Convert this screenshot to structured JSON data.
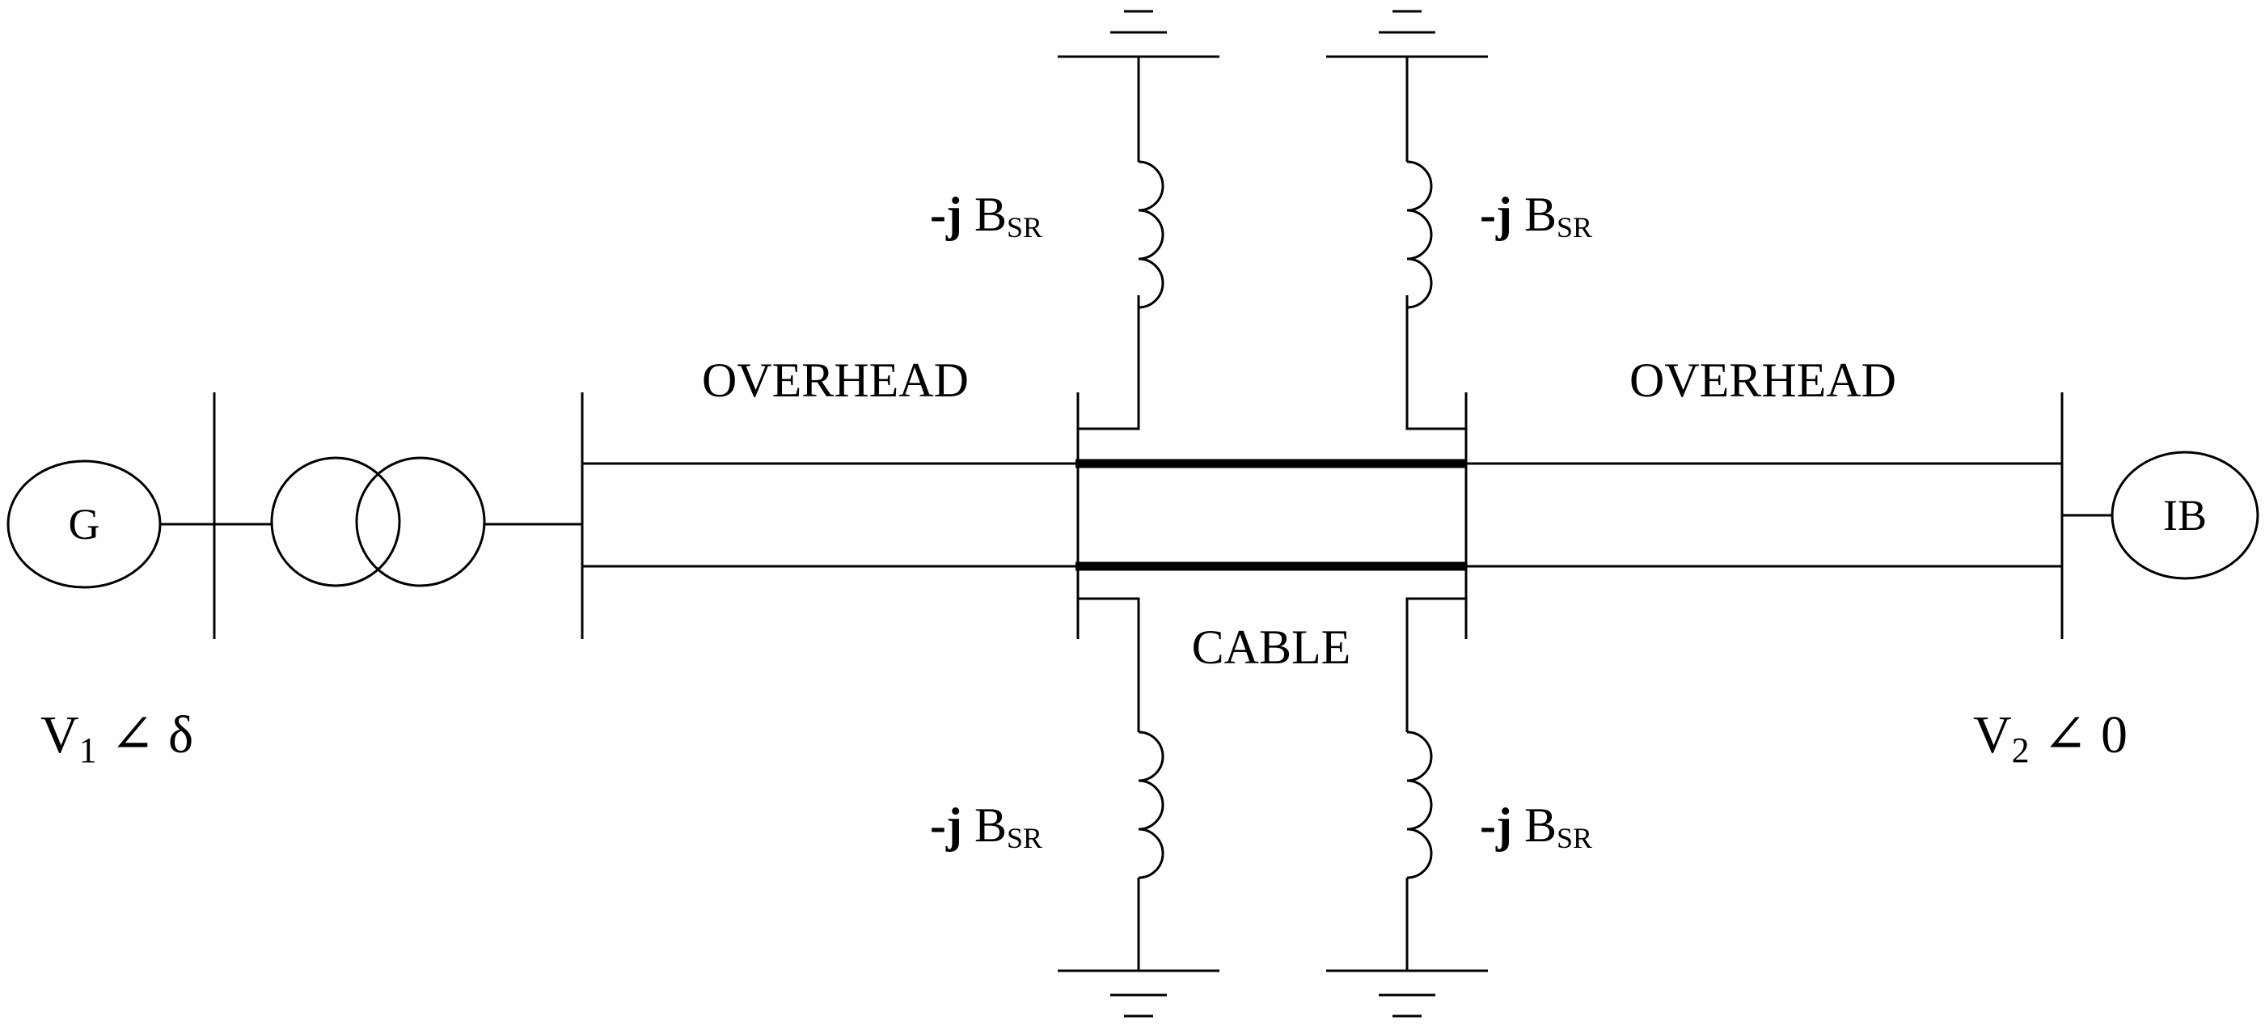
{
  "generator": {
    "label": "G"
  },
  "infinite_bus": {
    "label": "IB"
  },
  "sections": {
    "overhead_left": "OVERHEAD",
    "overhead_right": "OVERHEAD",
    "cable": "CABLE"
  },
  "voltages": {
    "v1": {
      "main": "V",
      "sub": "1",
      "angle": " ∠ δ"
    },
    "v2": {
      "main": "V",
      "sub": "2",
      "angle": " ∠ 0"
    }
  },
  "reactor": {
    "prefix": "-j",
    "main": "B",
    "sub": "SR"
  }
}
